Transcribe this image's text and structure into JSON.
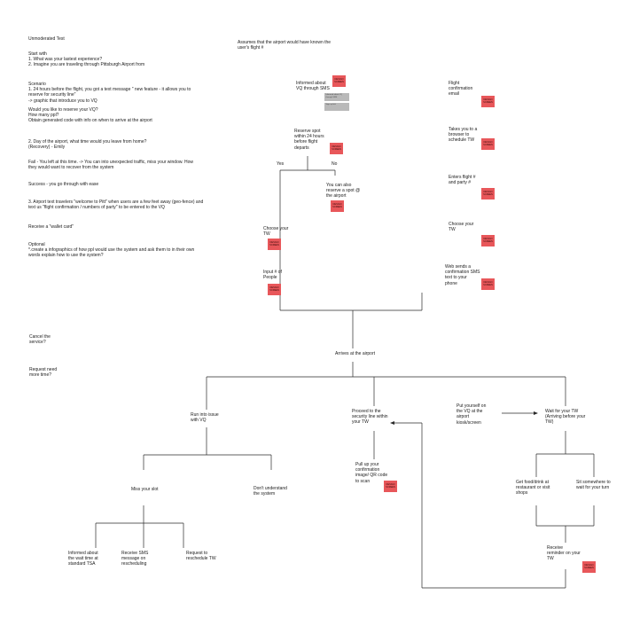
{
  "notes": {
    "title": "Unmoderated Test",
    "start": "Start with\n1. What was your lastest experience?\n2. Imagine you are traveling through Pittsburgh Airport from",
    "scenario": "Scenario\n1. 24 hours before the flight, you got a text message \" new feature - it allows you to reserve for security line\"\n-> graphic that introduce you to VQ",
    "reserve_q": "Would you like to reserve your VQ?\nHow many ppl?\nObtain generated code with info on when to arrive at the airport",
    "day_of": "2. Day of the airport, what time would you leave from home?\n(Recovery) - Emily",
    "fail": "Fail - You left at this time. -> You can into unexpected traffic, miss your window. How they would want to recover from the system",
    "success": "Success - you go through with ease",
    "geofence": "3. Airport text travelers \"welcome to Pitt\" when users are a few feet away (geo-fence) and text us \"flight confirmation / numbers of party\" to be entered to the VQ",
    "wallet": "Receive a \"wallet card\"",
    "optional": "Optional\n*.create a infographics of how ppl would use the system and ask them to in their own words explain how to use the system?",
    "cancel": "Cancel the service?",
    "request": "Request need more time?"
  },
  "assumption": "Assumes that the airport would have known the user's flight #",
  "nodes": {
    "informed_sms": "Informed about VQ through SMS",
    "reserve_spot": "Reserve spot within 24 hours before flight departs",
    "yes": "Yes",
    "no": "No",
    "reserve_airport": "You can also reserve a spot @ the airport",
    "choose_tw_left": "Choose your TW",
    "input_people": "Input # of People",
    "flight_email": "Flight confirmation email",
    "browser": "Takes you to a browser to schedule TW",
    "enter_flight": "Enters flight # and party #",
    "choose_tw_right": "Choose your TW",
    "web_sends": "Web sends a confirmation SMS text to your phone",
    "arrives": "Arrives at the airport",
    "run_issue": "Run into issue with VQ",
    "proceed": "Proceed to the security line within your TW",
    "put_yourself": "Put yourself on the VQ at the airport kiosk/screen",
    "wait_tw": "Wait for your TW (Arriving before your TW)",
    "miss_slot": "Miss your slot",
    "dont_understand": "Don't understand the system",
    "pull_up": "Pull up your confirmation image/ QR code to scan",
    "get_food": "Get food/drink at restaurant or visit shops",
    "sit": "Sit somewhere to wait for your turn",
    "informed_wait": "Informed about the wait time at standard TSA",
    "receive_sms": "Receive SMS message on rescheduling",
    "request_resched": "Request to reschedule TW",
    "receive_reminder": "Receive reminder on your TW"
  },
  "sticky_label": "DESIGN\nSCREEN",
  "grey_notes": [
    "Informed about VQ through SMS",
    "Sign up link"
  ],
  "colors": {
    "sticky": "#e8575a",
    "line": "#2a2a2a"
  }
}
